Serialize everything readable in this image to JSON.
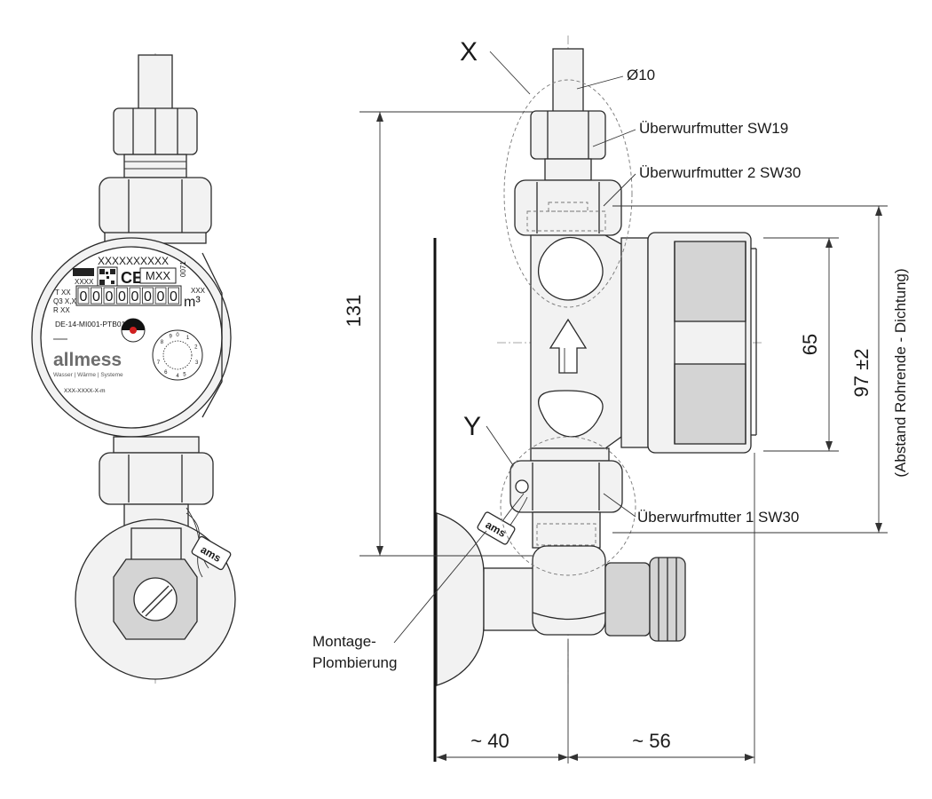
{
  "meter_face": {
    "serial": "XXXXXXXXXX",
    "small_code": "XXXX",
    "ce_mark": "CE",
    "class_box": "MXX",
    "notified_body": "0071",
    "specs": [
      "T XX",
      "Q3 X,X",
      "R XX"
    ],
    "register_digits": [
      "0",
      "0",
      "0",
      "0",
      "0",
      "0",
      "0",
      "0"
    ],
    "unit": "m³",
    "unit_prefix": "XXX",
    "approval": "DE-14-MI001-PTB010.X",
    "dial_numbers": [
      "9",
      "0",
      "1",
      "8",
      "2",
      "7",
      "3",
      "6",
      "5",
      "4"
    ],
    "brand": "allmess",
    "tagline": "Wasser | Wärme | Systeme",
    "model_code": "XXX-XXXX-X-m"
  },
  "seal_tag_text": "ams",
  "labels": {
    "x_marker": "X",
    "y_marker": "Y",
    "diameter": "Ø10",
    "nut_sw19": "Überwurfmutter SW19",
    "nut2_sw30": "Überwurfmutter 2  SW30",
    "nut1_sw30": "Überwurfmutter 1 SW30",
    "seal_line1": "Montage-",
    "seal_line2": "Plombierung"
  },
  "dimensions": {
    "height_total": "131",
    "height_meter": "65",
    "height_pipe": "97 ±2",
    "height_pipe_note": "(Abstand Rohrende - Dichtung)",
    "depth_valve": "~ 40",
    "depth_meter": "~ 56"
  },
  "colors": {
    "line": "#2a2a2a",
    "body_fill": "#f2f2f2",
    "shade_fill": "#d4d4d4",
    "background": "#ffffff"
  }
}
